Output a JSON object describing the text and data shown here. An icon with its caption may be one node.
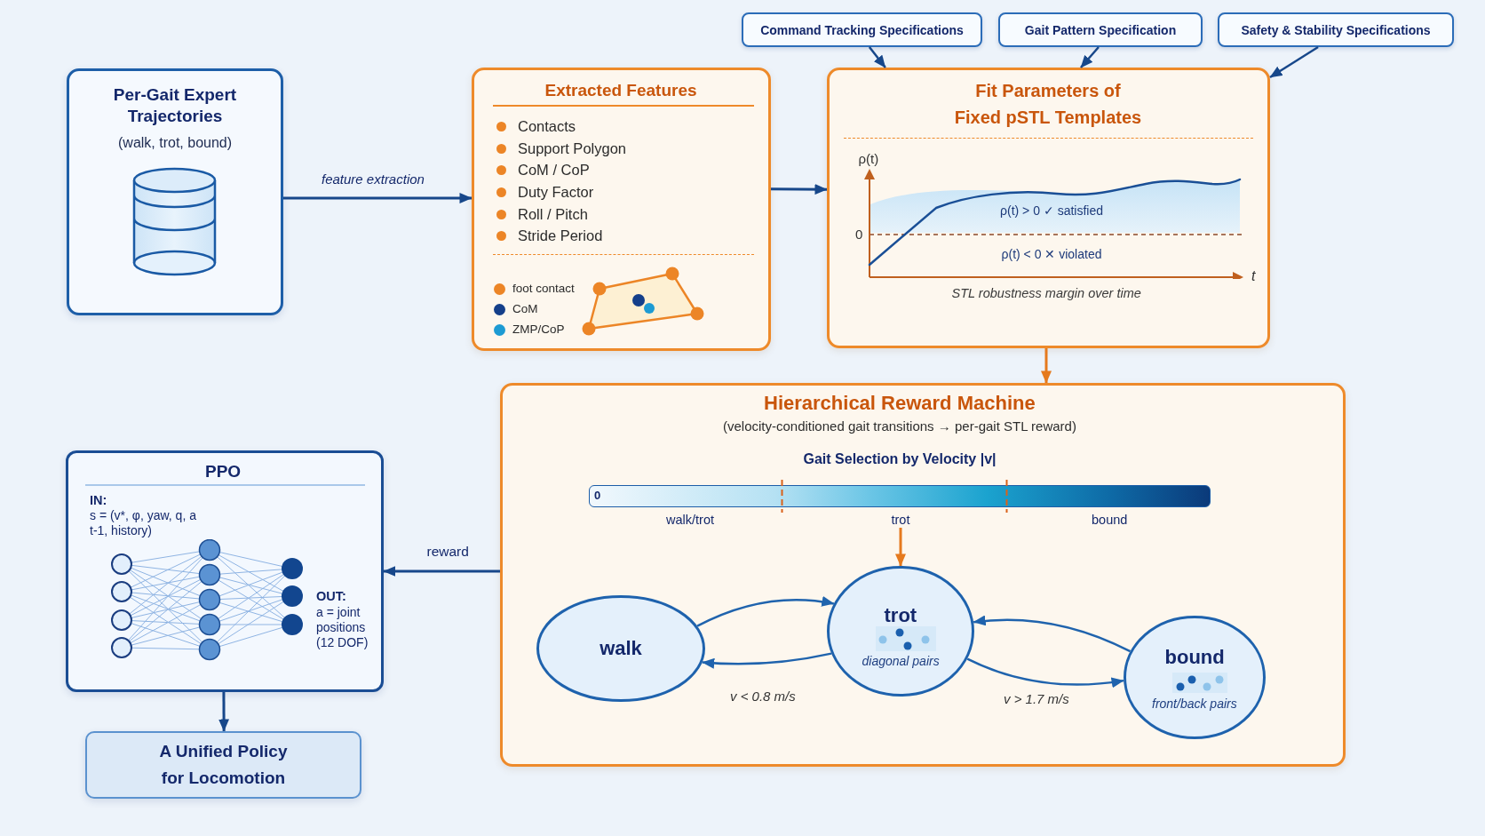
{
  "diagram": {
    "nodes": [
      {
        "text": [
          "Command Tracking Specifications"
        ]
      },
      {
        "text": [
          "Gait Pattern Specification"
        ]
      },
      {
        "text": [
          "Safety & Stability Specifications"
        ]
      },
      {
        "text": [
          "Per-Gait Expert Trajectories",
          "(walk, trot, bound)"
        ]
      },
      {
        "text": [
          "Extracted Features",
          "Contacts",
          "Support Polygon",
          "CoM / CoP",
          "Duty Factor",
          "Roll / Pitch",
          "Stride Period"
        ]
      },
      {
        "text": [
          "Fit Parameters of Fixed pSTL Templates"
        ]
      },
      {
        "text": [
          "Hierarchical Reward Machine",
          "(velocity-conditioned gait transitions → per-gait STL reward)"
        ]
      },
      {
        "text": [
          "Gait Selection by Velocity |v|",
          "0"
        ],
        "in": 6,
        "beside": [
          "walk/trot",
          "bound"
        ]
      },
      {
        "text": [
          "trot"
        ],
        "in": 6
      },
      {
        "text": [
          "walk"
        ],
        "in": 6
      },
      {
        "text": [
          "trot",
          "diagonal pairs"
        ],
        "in": 6
      },
      {
        "text": [
          "bound",
          "front/back pairs"
        ],
        "in": 6
      },
      {
        "text": [
          "PPO",
          "IN:",
          "s = (v*, φ, yaw, q, a t-1, history)",
          "OUT:",
          "a = joint positions (12 DOF)"
        ]
      },
      {
        "text": [
          "A Unified Policy for Locomotion"
        ]
      }
    ],
    "edges": [
      {
        "from": 3,
        "to": 4,
        "arrow": "to",
        "label": "feature extraction"
      },
      {
        "from": 4,
        "to": 5,
        "arrow": "to"
      },
      {
        "from": 0,
        "to": 5,
        "arrow": "to"
      },
      {
        "from": 1,
        "to": 5,
        "arrow": "to"
      },
      {
        "from": 2,
        "to": 5,
        "arrow": "to"
      },
      {
        "from": 5,
        "to": 6,
        "arrow": "to",
        "color": "#e57a1e"
      },
      {
        "from": 8,
        "to": 10,
        "arrow": "to",
        "color": "#e57a1e"
      },
      {
        "from": 9,
        "to": 10,
        "arrow": "to",
        "color": "#1f63ad"
      },
      {
        "from": 10,
        "to": 9,
        "arrow": "to",
        "label": "v < 0.8 m/s",
        "color": "#1f63ad"
      },
      {
        "from": 11,
        "to": 10,
        "arrow": "to",
        "color": "#1f63ad"
      },
      {
        "from": 10,
        "to": 11,
        "arrow": "to",
        "label": "v > 1.7 m/s",
        "color": "#1f63ad"
      },
      {
        "from": 6,
        "to": 12,
        "arrow": "to",
        "label": "reward"
      },
      {
        "from": 12,
        "to": 13,
        "arrow": "to"
      }
    ],
    "labels": [
      "ρ(t)",
      "ρ(t) > 0 ✓ satisfied",
      "0",
      "ρ(t) < 0 ✕ violated",
      "t",
      "STL robustness margin over time"
    ],
    "legend": [
      {
        "text": "foot contact",
        "color": "#ec8526"
      },
      {
        "text": "CoM",
        "color": "#143f8a"
      },
      {
        "text": "ZMP/CoP",
        "color": "#1d9bd3"
      }
    ]
  }
}
